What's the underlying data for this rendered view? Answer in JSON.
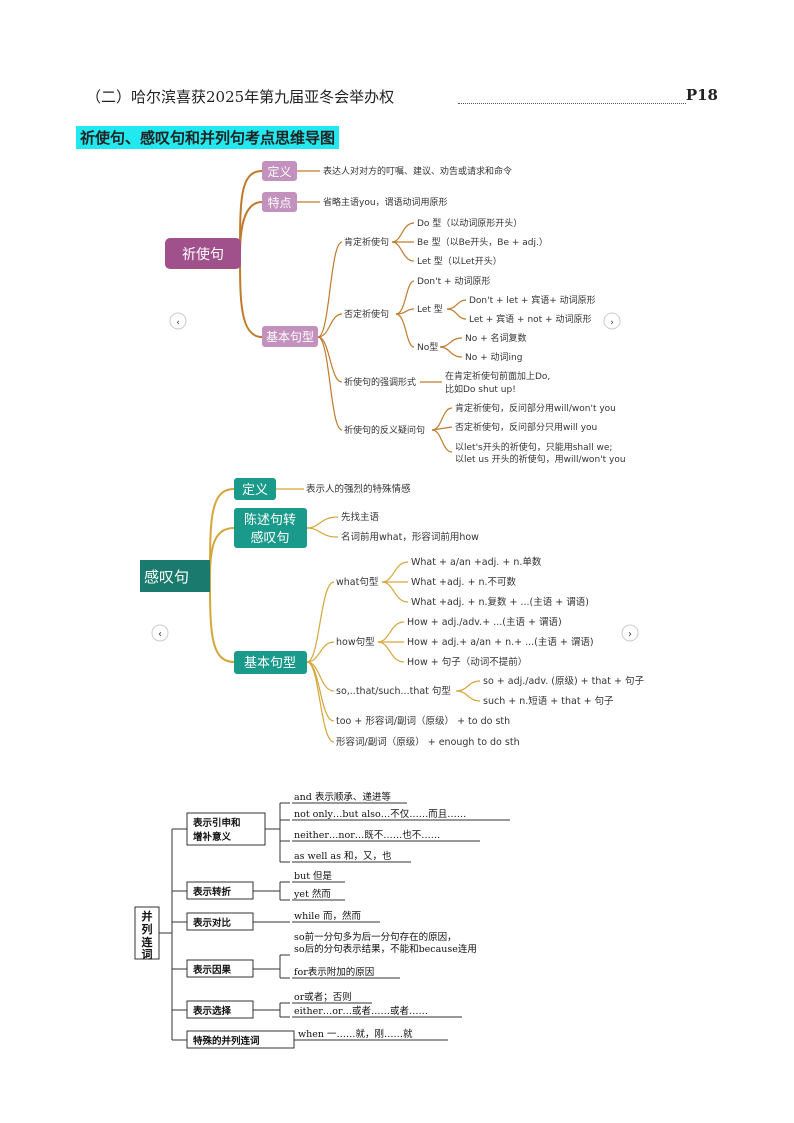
{
  "header": {
    "title": "（二）哈尔滨喜获2025年第九届亚冬会举办权",
    "page": "P18"
  },
  "section_title": "祈使句、感叹句和并列句考点思维导图",
  "nav": {
    "prev": "‹",
    "next": "›"
  },
  "colors": {
    "imperative": "#a0508a",
    "imperative_light": "#c391bd",
    "exclam": "#1a9a8a",
    "branch1": "#c07a2c",
    "branch2": "#d6a63a",
    "highlight": "#22e8f0"
  },
  "map1": {
    "root": "祈使句",
    "def_label": "定义",
    "def_text": "表达人对对方的叮嘱、建议、劝告或请求和命令",
    "feat_label": "特点",
    "feat_text": "省略主语you，谓语动词用原形",
    "basic_label": "基本句型",
    "pos_label": "肯定祈使句",
    "pos_items": [
      "Do 型（以动词原形开头）",
      "Be 型（以Be开头，Be + adj.）",
      "Let 型（以Let开头）"
    ],
    "neg_label": "否定祈使句",
    "neg_dont": "Don't + 动词原形",
    "neg_let_label": "Let 型",
    "neg_let_items": [
      "Don't + let + 宾语+ 动词原形",
      "Let + 宾语 + not + 动词原形"
    ],
    "neg_no_label": "No型",
    "neg_no_items": [
      "No + 名词复数",
      "No + 动词ing"
    ],
    "emph_label": "祈使句的强调形式",
    "emph_text": [
      "在肯定祈使句前面加上Do,",
      "比如Do shut up!"
    ],
    "tag_label": "祈使句的反义疑问句",
    "tag_items": [
      "肯定祈使句，反问部分用will/won't you",
      "否定祈使句，反问部分只用will you",
      "以let's开头的祈使句，只能用shall we;",
      "以let us 开头的祈使句，用will/won't you"
    ]
  },
  "map2": {
    "root": "感叹句",
    "def_label": "定义",
    "def_text": "表示人的强烈的特殊情感",
    "conv_label": [
      "陈述句转",
      "感叹句"
    ],
    "conv_items": [
      "先找主语",
      "名词前用what，形容词前用how"
    ],
    "basic_label": "基本句型",
    "what_label": "what句型",
    "what_items": [
      "What + a/an +adj. + n.单数",
      "What +adj. + n.不可数",
      "What +adj. + n.复数 + ...(主语 + 谓语)"
    ],
    "how_label": "how句型",
    "how_items": [
      "How + adj./adv.+ ...(主语 + 谓语)",
      "How + adj.+ a/an + n.+ ...(主语 + 谓语)",
      "How + 句子（动词不提前）"
    ],
    "so_label": "so,..that/such...that 句型",
    "so_items": [
      "so + adj./adv. (原级) + that + 句子",
      "such + n.短语 + that + 句子"
    ],
    "too_text": "too + 形容词/副词（原级） + to do sth",
    "enough_text": "形容词/副词（原级） + enough to do sth"
  },
  "map3": {
    "root": [
      "并",
      "列",
      "连",
      "词"
    ],
    "cats": [
      {
        "label": [
          "表示引申和",
          "增补意义"
        ],
        "items": [
          "and 表示顺承、递进等",
          "not only…but also…不仅……而且……",
          "neither…nor…既不……也不……",
          "as well as 和，又，也"
        ]
      },
      {
        "label": [
          "表示转折"
        ],
        "items": [
          "but 但是",
          "yet 然而"
        ]
      },
      {
        "label": [
          "表示对比"
        ],
        "items": [
          "while 而，然而"
        ]
      },
      {
        "label": [
          "表示因果"
        ],
        "items": [
          "so前一分句多为后一分句存在的原因，",
          "so后的分句表示结果，不能和because连用",
          "for表示附加的原因"
        ]
      },
      {
        "label": [
          "表示选择"
        ],
        "items": [
          "or或者；否则",
          "either…or…或者……或者……"
        ]
      },
      {
        "label": [
          "特殊的并列连词"
        ],
        "items": [
          "when 一……就，刚……就"
        ]
      }
    ]
  }
}
